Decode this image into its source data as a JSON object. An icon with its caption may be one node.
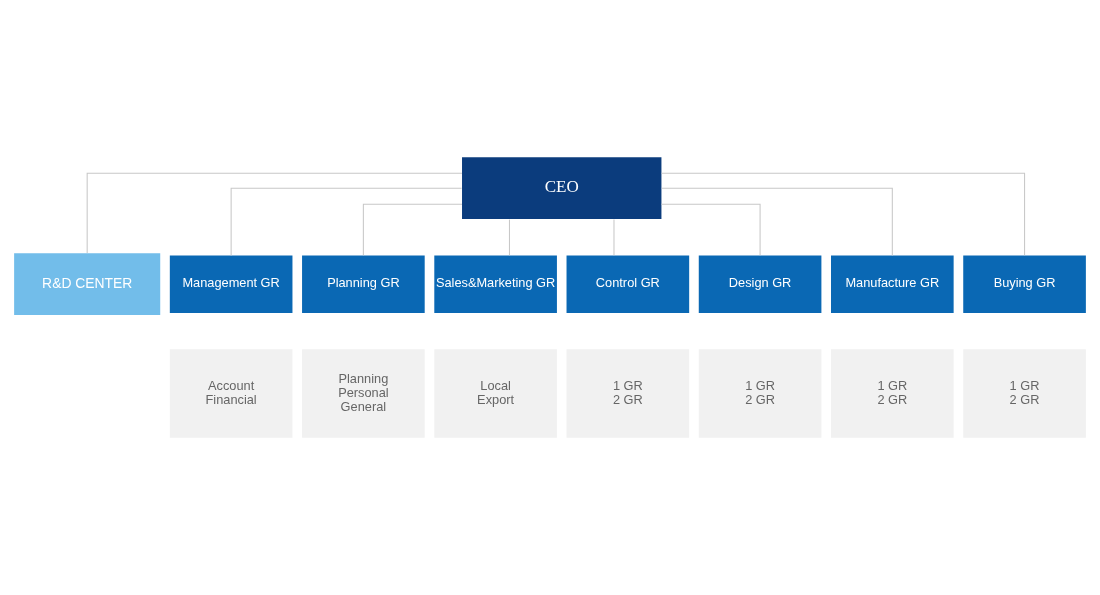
{
  "diagram": {
    "nodes": [
      {
        "text": [
          "CEO"
        ]
      },
      {
        "text": [
          "R&D CENTER"
        ]
      },
      {
        "text": [
          "Management GR"
        ]
      },
      {
        "text": [
          "Planning GR"
        ]
      },
      {
        "text": [
          "Sales&Marketing GR"
        ]
      },
      {
        "text": [
          "Control GR"
        ]
      },
      {
        "text": [
          "Design GR"
        ]
      },
      {
        "text": [
          "Manufacture GR"
        ]
      },
      {
        "text": [
          "Buying GR"
        ]
      },
      {
        "text": [
          "Account",
          "Financial"
        ]
      },
      {
        "text": [
          "Planning",
          "Personal",
          "General"
        ]
      },
      {
        "text": [
          "Local",
          "Export"
        ]
      },
      {
        "text": [
          "1 GR",
          "2 GR"
        ]
      },
      {
        "text": [
          "1 GR",
          "2 GR"
        ]
      },
      {
        "text": [
          "1 GR",
          "2 GR"
        ]
      },
      {
        "text": [
          "1 GR",
          "2 GR"
        ]
      }
    ],
    "edges": [
      {
        "from": 0,
        "to": 1,
        "arrow": "none"
      },
      {
        "from": 0,
        "to": 2,
        "arrow": "none"
      },
      {
        "from": 0,
        "to": 3,
        "arrow": "none"
      },
      {
        "from": 0,
        "to": 4,
        "arrow": "none"
      },
      {
        "from": 0,
        "to": 5,
        "arrow": "none"
      },
      {
        "from": 0,
        "to": 6,
        "arrow": "none"
      },
      {
        "from": 0,
        "to": 7,
        "arrow": "none"
      },
      {
        "from": 0,
        "to": 8,
        "arrow": "none"
      }
    ]
  }
}
